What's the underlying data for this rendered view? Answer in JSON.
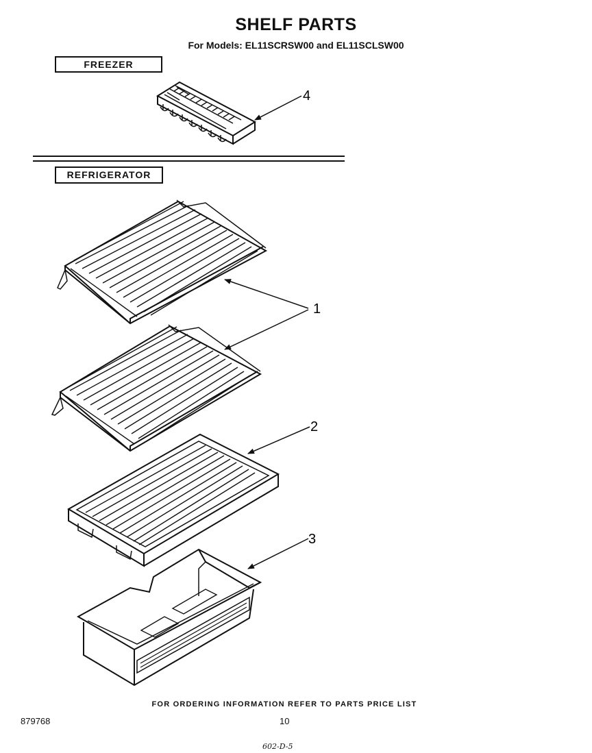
{
  "header": {
    "title": "SHELF PARTS",
    "subtitle": "For Models: EL11SCRSW00  and EL11SCLSW00"
  },
  "sections": {
    "freezer": "FREEZER",
    "refrigerator": "REFRIGERATOR"
  },
  "callouts": {
    "ice_tray": "4",
    "wire_shelf": "1",
    "crisper_cover": "2",
    "crisper_pan": "3"
  },
  "footer": {
    "ordering_info": "FOR ORDERING INFORMATION REFER TO PARTS PRICE LIST",
    "document_number": "879768",
    "page_number": "10",
    "handwritten_note": "602-D-5"
  }
}
